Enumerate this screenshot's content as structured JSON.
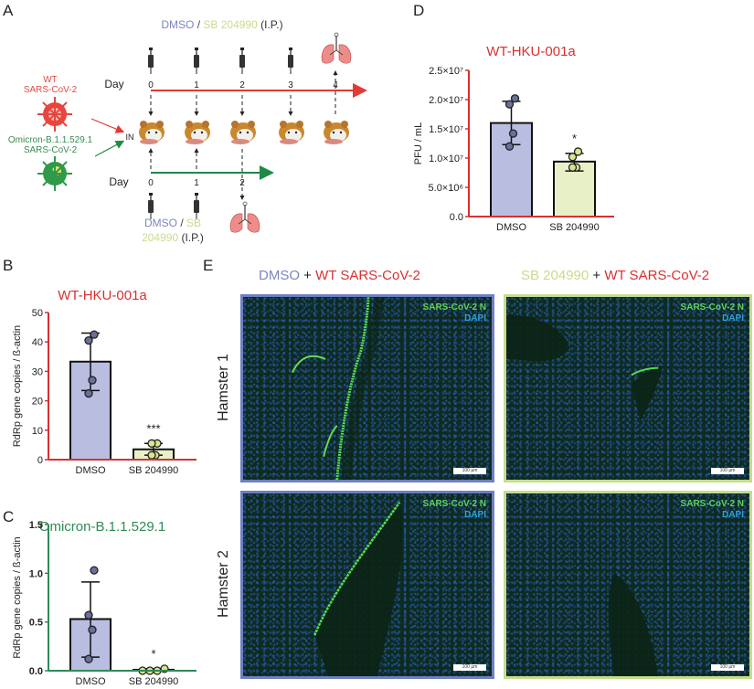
{
  "panels": {
    "a": "A",
    "b": "B",
    "c": "C",
    "d": "D",
    "e": "E"
  },
  "colors": {
    "dmso": "#7b86c2",
    "sb": "#c9dc8c",
    "wt": "#d9302f",
    "omicron": "#2e8b57",
    "dmso_fill": "#b9bde0",
    "sb_fill": "#e8f0c8"
  },
  "schematic": {
    "top_treatment": {
      "dmso": "DMSO",
      "sep": " / ",
      "sb": "SB 204990",
      "route": " (I.P.)"
    },
    "day_label": "Day",
    "top_days": [
      "0",
      "1",
      "2",
      "3",
      "4"
    ],
    "bottom_days": [
      "0",
      "1",
      "2"
    ],
    "wt_line1": "WT",
    "wt_line2": "SARS-CoV-2",
    "omicron_line1": "Omicron-B.1.1.529.1",
    "omicron_line2": "SARS-CoV-2",
    "route_in": "IN",
    "bottom_treatment": {
      "dmso": "DMSO",
      "sep": " / ",
      "sb": "SB",
      "sb2": "204990",
      "route": " (I.P.)"
    }
  },
  "chart_data": [
    {
      "id": "B",
      "type": "bar",
      "title": "WT-HKU-001a",
      "ylabel": "RdRp  gene copies / ß-actin",
      "xlabel": "",
      "categories": [
        "DMSO",
        "SB 204990"
      ],
      "values": [
        33.3,
        3.5
      ],
      "ylim": [
        0,
        50
      ],
      "yticks": [
        {
          "v": 0,
          "label": "0"
        },
        {
          "v": 10,
          "label": "10"
        },
        {
          "v": 20,
          "label": "20"
        },
        {
          "v": 30,
          "label": "30"
        },
        {
          "v": 40,
          "label": "40"
        },
        {
          "v": 50,
          "label": "50"
        }
      ],
      "points": [
        [
          42.5,
          40.5,
          27,
          22.5
        ],
        [
          5.5,
          5.5,
          1.5,
          1.5
        ]
      ],
      "error": [
        [
          23.5,
          43
        ],
        [
          1.5,
          5.5
        ]
      ],
      "significance": [
        "",
        "***"
      ],
      "grid": false
    },
    {
      "id": "C",
      "type": "bar",
      "title": "Omicron-B.1.1.529.1",
      "ylabel": "RdRp  gene copies / ß-actin",
      "xlabel": "",
      "categories": [
        "DMSO",
        "SB 204990"
      ],
      "values": [
        0.53,
        0.01
      ],
      "ylim": [
        0,
        1.5
      ],
      "yticks": [
        {
          "v": 0,
          "label": "0.0"
        },
        {
          "v": 0.5,
          "label": "0.5"
        },
        {
          "v": 1.0,
          "label": "1.0"
        },
        {
          "v": 1.5,
          "label": "1.5"
        }
      ],
      "points": [
        [
          1.03,
          0.57,
          0.42,
          0.12
        ],
        [
          0.0,
          0.0,
          0.0,
          0.02
        ]
      ],
      "error": [
        [
          0.14,
          0.91
        ],
        [
          0.0,
          0.02
        ]
      ],
      "significance": [
        "",
        "*"
      ],
      "grid": false
    },
    {
      "id": "D",
      "type": "bar",
      "title": "WT-HKU-001a",
      "ylabel": "PFU / mL",
      "xlabel": "",
      "categories": [
        "DMSO",
        "SB 204990"
      ],
      "values": [
        16000000,
        9400000
      ],
      "ylim": [
        0,
        25000000
      ],
      "yticks": [
        {
          "v": 0,
          "label": "0.0"
        },
        {
          "v": 5000000,
          "label": "5.0×10⁶"
        },
        {
          "v": 10000000,
          "label": "1.0×10⁷"
        },
        {
          "v": 15000000,
          "label": "1.5×10⁷"
        },
        {
          "v": 20000000,
          "label": "2.0×10⁷"
        },
        {
          "v": 25000000,
          "label": "2.5×10⁷"
        }
      ],
      "points": [
        [
          20200000,
          19200000,
          14200000,
          12000000
        ],
        [
          11100000,
          10200000,
          8400000,
          8400000
        ]
      ],
      "error": [
        [
          12300000,
          19700000
        ],
        [
          7800000,
          10800000
        ]
      ],
      "significance": [
        "",
        "*"
      ],
      "grid": false
    }
  ],
  "micrographs": {
    "col_headers": [
      {
        "treat": "DMSO",
        "plus": " + ",
        "virus": "WT SARS-CoV-2"
      },
      {
        "treat": "SB 204990",
        "plus": " + ",
        "virus": "WT SARS-CoV-2"
      }
    ],
    "rows": [
      "Hamster 1",
      "Hamster 2"
    ],
    "marker_n": "SARS-CoV-2 N",
    "marker_dapi": "DAPI",
    "scale_bar": "100 µm"
  }
}
